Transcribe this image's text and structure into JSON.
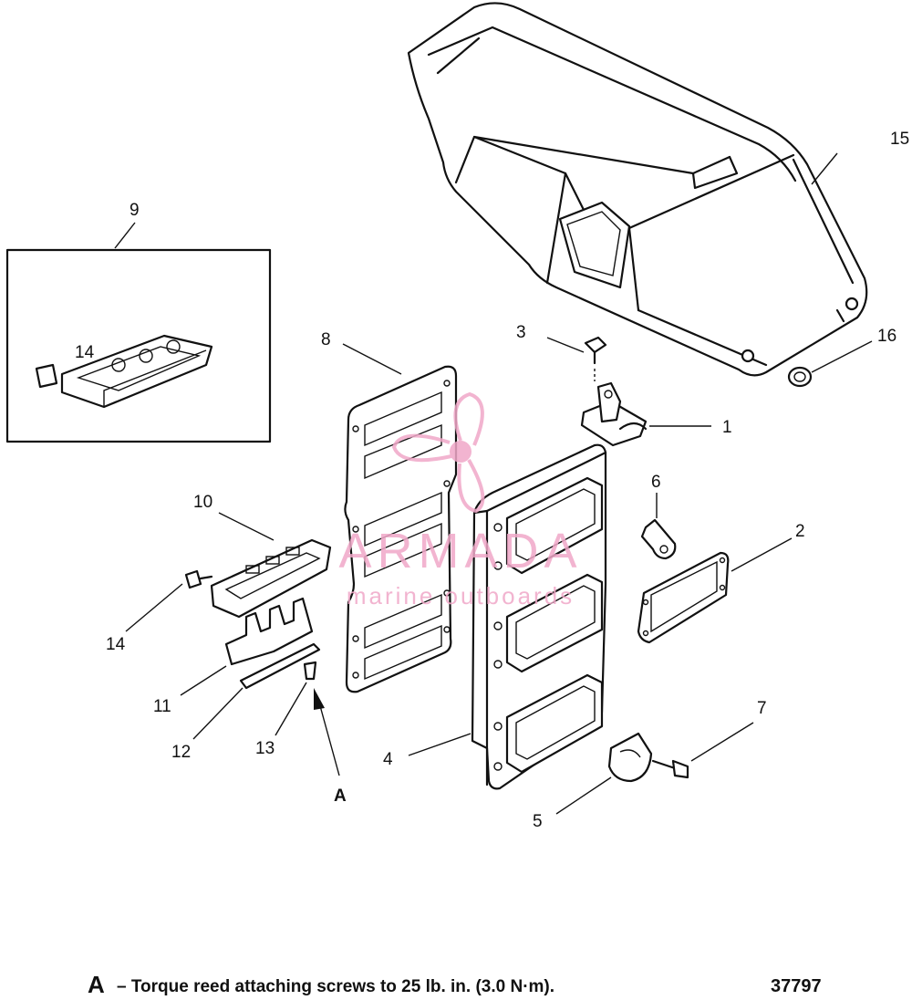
{
  "callouts": [
    {
      "id": "c1",
      "label": "1"
    },
    {
      "id": "c2",
      "label": "2"
    },
    {
      "id": "c3",
      "label": "3"
    },
    {
      "id": "c4",
      "label": "4"
    },
    {
      "id": "c5",
      "label": "5"
    },
    {
      "id": "c6",
      "label": "6"
    },
    {
      "id": "c7",
      "label": "7"
    },
    {
      "id": "c8",
      "label": "8"
    },
    {
      "id": "c9",
      "label": "9"
    },
    {
      "id": "c10",
      "label": "10"
    },
    {
      "id": "c11",
      "label": "11"
    },
    {
      "id": "c12",
      "label": "12"
    },
    {
      "id": "c13",
      "label": "13"
    },
    {
      "id": "c14a",
      "label": "14"
    },
    {
      "id": "c14b",
      "label": "14"
    },
    {
      "id": "c15",
      "label": "15"
    },
    {
      "id": "c16",
      "label": "16"
    },
    {
      "id": "cA",
      "label": "A"
    }
  ],
  "watermark": {
    "brand": "ARMADA",
    "tagline": "marine outboards",
    "color": "#f0a8c8"
  },
  "footer": {
    "note_letter": "A",
    "note_text": "– Torque reed attaching screws to 25 lb. in. (3.0 N·m).",
    "figure_id": "37797"
  }
}
